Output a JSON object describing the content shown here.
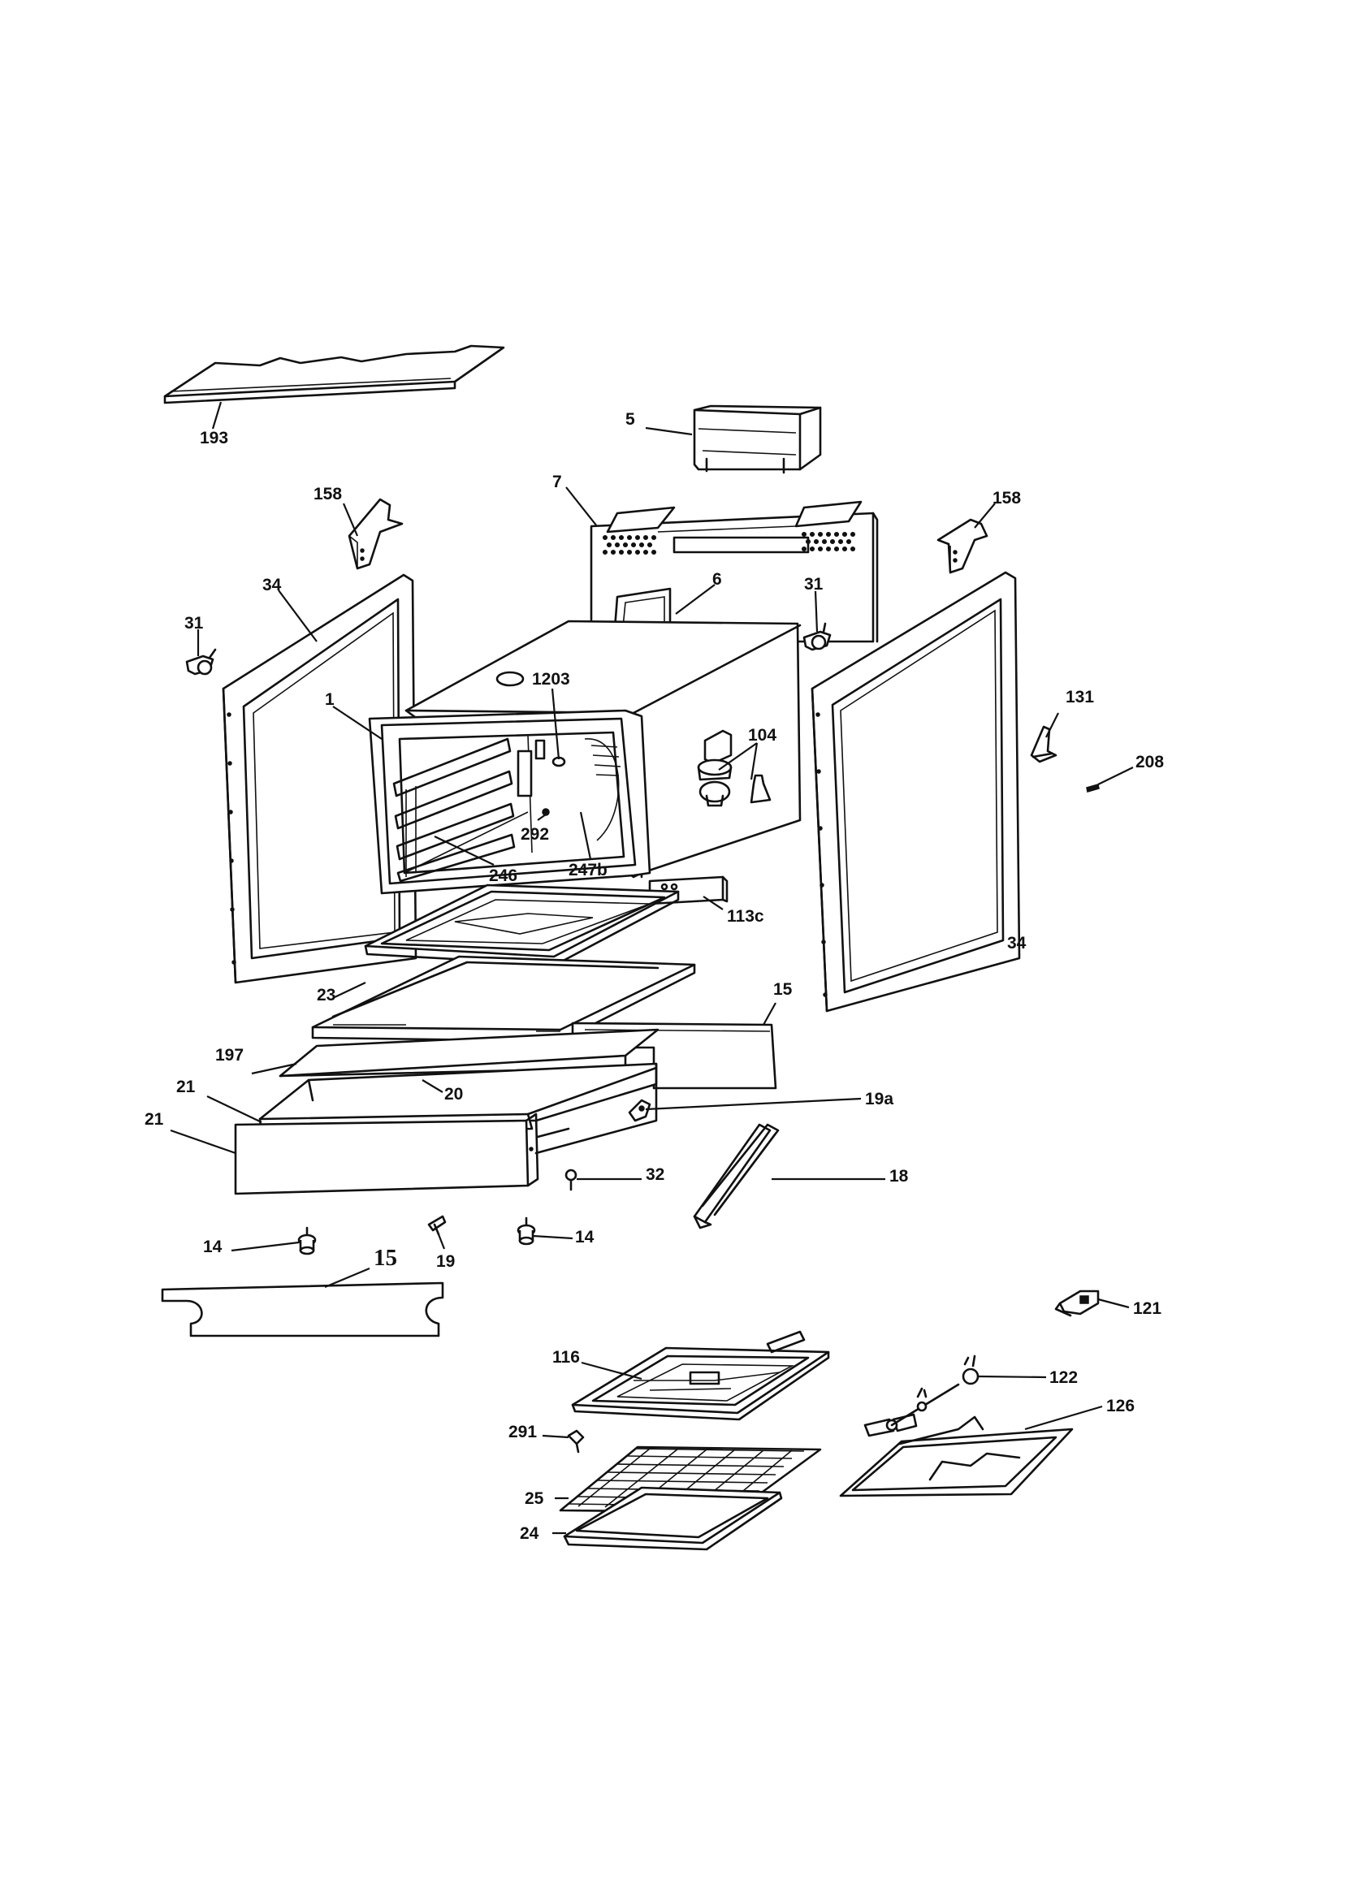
{
  "diagram": {
    "type": "exploded parts diagram",
    "callouts": {
      "c193": "193",
      "c5": "5",
      "c7": "7",
      "c158_left": "158",
      "c158_right": "158",
      "c34_left": "34",
      "c34_right": "34",
      "c31_left": "31",
      "c31_right": "31",
      "c6": "6",
      "c1203": "1203",
      "c1": "1",
      "c104": "104",
      "c131": "131",
      "c208": "208",
      "c292": "292",
      "c246": "246",
      "c247b": "247b",
      "c113c": "113c",
      "c15_side": "15",
      "c23": "23",
      "c197": "197",
      "c20": "20",
      "c21_upper": "21",
      "c21_lower": "21",
      "c19a": "19a",
      "c32": "32",
      "c18": "18",
      "c14_left": "14",
      "c14_right": "14",
      "c19": "19",
      "c15_panel": "15",
      "c121": "121",
      "c116": "116",
      "c122": "122",
      "c126": "126",
      "c291": "291",
      "c25": "25",
      "c24": "24"
    }
  }
}
